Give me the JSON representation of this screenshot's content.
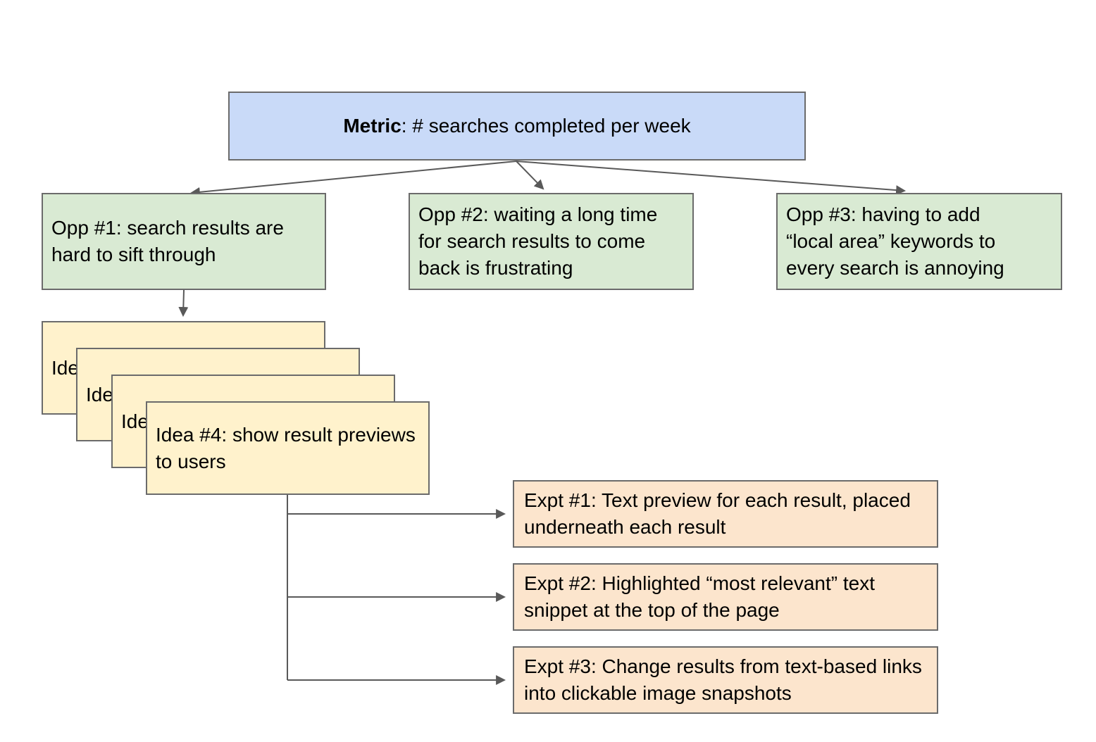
{
  "diagram": {
    "metric": {
      "bold_text": "Metric",
      "rest_text": ": # searches completed per week"
    },
    "opportunities": [
      {
        "text": "Opp #1: search results are hard to sift through"
      },
      {
        "text": "Opp #2: waiting a long time for search results to come back is frustrating"
      },
      {
        "text": "Opp #3: having to add “local area” keywords to every search is annoying"
      }
    ],
    "ideas": [
      {
        "visible_text": "Ide"
      },
      {
        "visible_text": "Ide"
      },
      {
        "visible_text": "Ide"
      },
      {
        "visible_text": "Idea #4: show result previews to users"
      }
    ],
    "experiments": [
      {
        "text": "Expt #1: Text preview for each result, placed underneath each result"
      },
      {
        "text": "Expt #2: Highlighted “most relevant” text snippet at the top of the page"
      },
      {
        "text": "Expt #3: Change results from text-based links into clickable image snapshots"
      }
    ],
    "colors": {
      "metric_fill": "#c9daf8",
      "opp_fill": "#d9ead3",
      "idea_fill": "#fff2cc",
      "expt_fill": "#fce5cd",
      "border": "#6b6b6b",
      "arrow": "#595959",
      "text": "#000000",
      "bg": "#ffffff"
    }
  }
}
